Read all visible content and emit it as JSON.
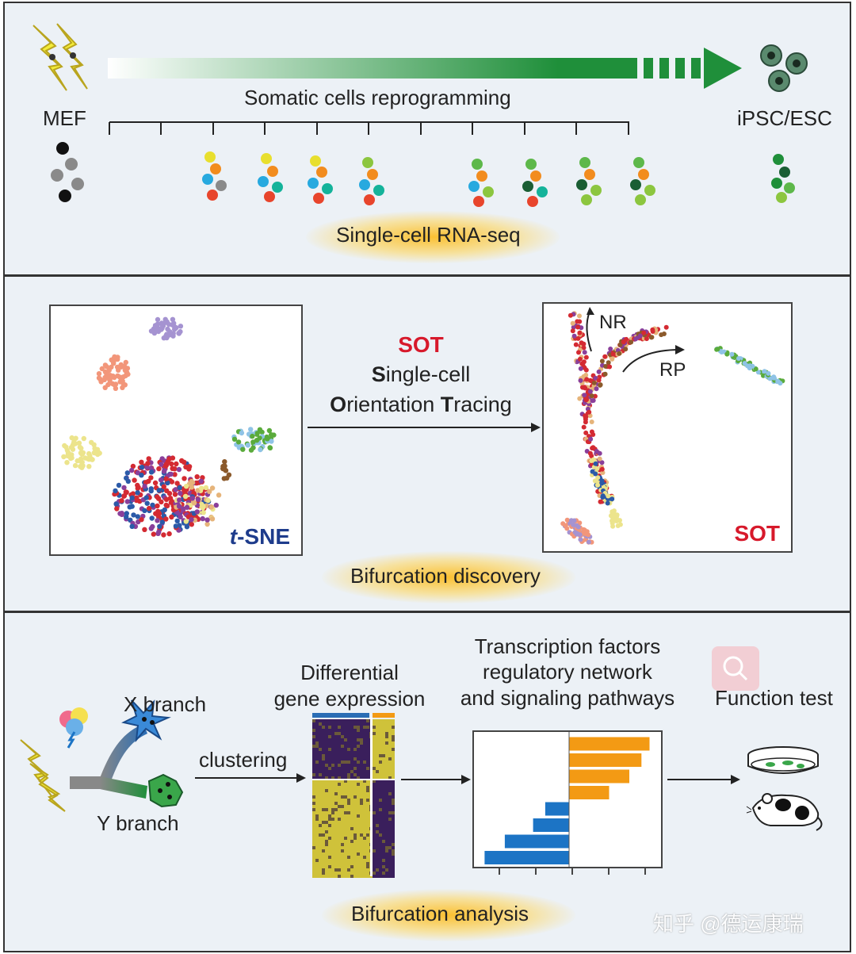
{
  "panel1": {
    "start_label": "MEF",
    "end_label": "iPSC/ESC",
    "process_label": "Somatic cells reprogramming",
    "method_label": "Single-cell RNA-seq",
    "colors": {
      "arrow": "#1f8f3a",
      "mef": [
        "#111111",
        "#8a8a8a"
      ],
      "yellow": "#e8df2e",
      "orange": "#f28c1e",
      "blue": "#27a9df",
      "red": "#e8452c",
      "teal": "#14b39a",
      "green": "#5db84a",
      "darkgreen": "#1a5e34",
      "lime": "#8cc63f"
    }
  },
  "panel2": {
    "tsne_label_prefix": "t",
    "tsne_label_suffix": "-SNE",
    "method_acronym": "SOT",
    "method_line1_first": "S",
    "method_line1_rest": "ingle-cell",
    "method_line2_o": "O",
    "method_line2_mid": "rientation ",
    "method_line2_t": "T",
    "method_line2_rest": "racing",
    "sot_label": "SOT",
    "branch_nr": "NR",
    "branch_rp": "RP",
    "caption": "Bifurcation discovery",
    "colors": {
      "sot_red": "#d7192b",
      "tsne_blue": "#1e3c8c",
      "red": "#d42a32",
      "navy": "#2b5aa8",
      "purple": "#8a3f9a",
      "salmon": "#f2967a",
      "lavender": "#a593d1",
      "yellow": "#ece48c",
      "tan": "#e6b47a",
      "brown": "#8b5a2b",
      "lightblue": "#8fc3e6",
      "green": "#5aab3c"
    }
  },
  "panel3": {
    "x_branch": "X branch",
    "y_branch": "Y branch",
    "clustering": "clustering",
    "dge_line1": "Differential",
    "dge_line2": "gene expression",
    "tf_line1": "Transcription factors",
    "tf_line2": "regulatory network",
    "tf_line3": "and signaling pathways",
    "function_test": "Function test",
    "caption": "Bifurcation analysis",
    "watermark": "知乎 @德运康瑞",
    "colors": {
      "orange": "#f39a14",
      "blue": "#1c74c5",
      "heat_yellow": "#cfc23a",
      "heat_purple": "#3a1f5c"
    }
  },
  "chart_data": {
    "type": "bar",
    "orientation": "horizontal",
    "series": [
      {
        "values": [
          10,
          9,
          7.5,
          5,
          0,
          0,
          0,
          0
        ]
      },
      {
        "values": [
          0,
          0,
          0,
          0,
          -3,
          -4.5,
          -8,
          -10.5
        ]
      }
    ],
    "bar_colors": [
      "#f39a14",
      "#f39a14",
      "#f39a14",
      "#f39a14",
      "#1c74c5",
      "#1c74c5",
      "#1c74c5",
      "#1c74c5"
    ]
  }
}
